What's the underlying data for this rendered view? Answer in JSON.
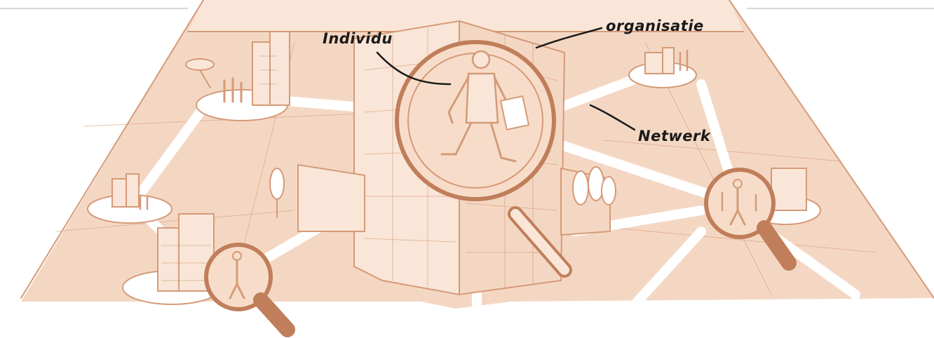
{
  "colors": {
    "ground": "#f4d7c3",
    "ground_light": "#f9e6d8",
    "stroke": "#d59a78",
    "stroke_dark": "#c07e5a",
    "lens": "#f7ddc9",
    "label_ink": "#1a1a1a",
    "frame_line": "#d8d8d8"
  },
  "labels": {
    "individu": "Individu",
    "organisatie": "organisatie",
    "netwerk": "Netwerk"
  },
  "icons": {
    "main_lens": "magnifier-icon",
    "person": "walking-person-icon",
    "building": "building-icon"
  }
}
